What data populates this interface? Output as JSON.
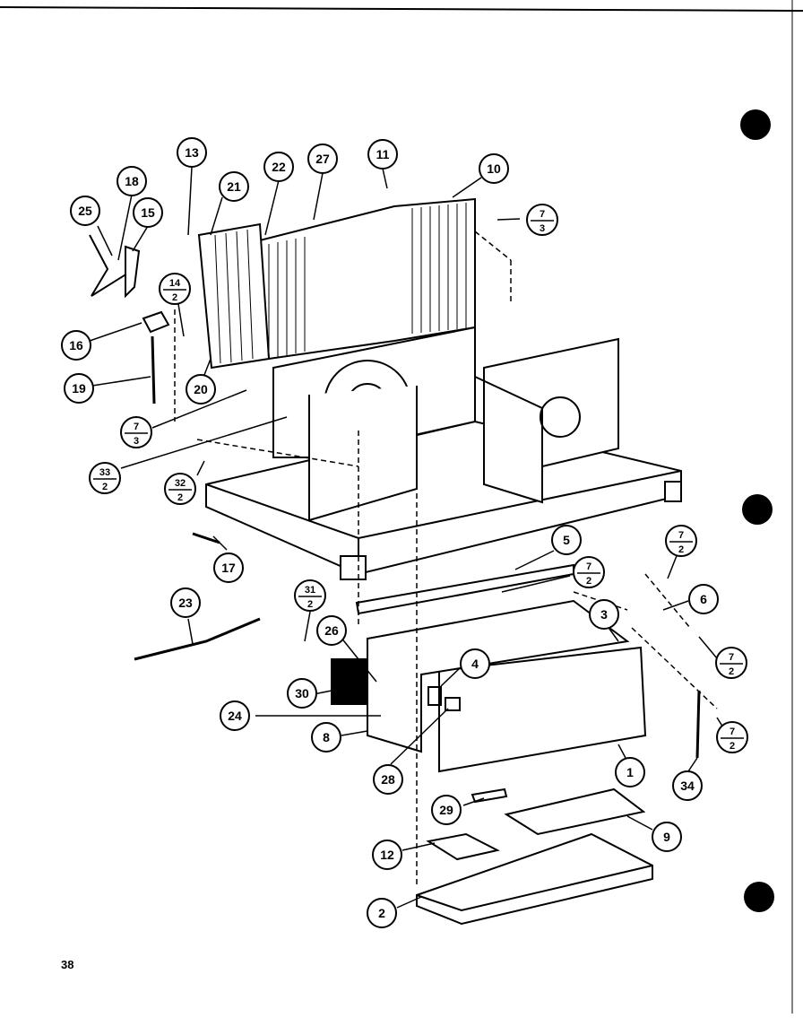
{
  "page_number": "38",
  "callouts": [
    "13",
    "18",
    "21",
    "22",
    "27",
    "11",
    "10",
    "25",
    "15",
    "16",
    "19",
    "20",
    "17",
    "23",
    "5",
    "6",
    "3",
    "26",
    "4",
    "30",
    "24",
    "8",
    "28",
    "1",
    "34",
    "29",
    "9",
    "12",
    "2"
  ],
  "fraction_callouts": [
    {
      "num": "7",
      "den": "3"
    },
    {
      "num": "14",
      "den": "2"
    },
    {
      "num": "7",
      "den": "3"
    },
    {
      "num": "33",
      "den": "2"
    },
    {
      "num": "32",
      "den": "2"
    },
    {
      "num": "7",
      "den": "2"
    },
    {
      "num": "7",
      "den": "2"
    },
    {
      "num": "31",
      "den": "2"
    },
    {
      "num": "7",
      "den": "2"
    },
    {
      "num": "7",
      "den": "2"
    }
  ]
}
